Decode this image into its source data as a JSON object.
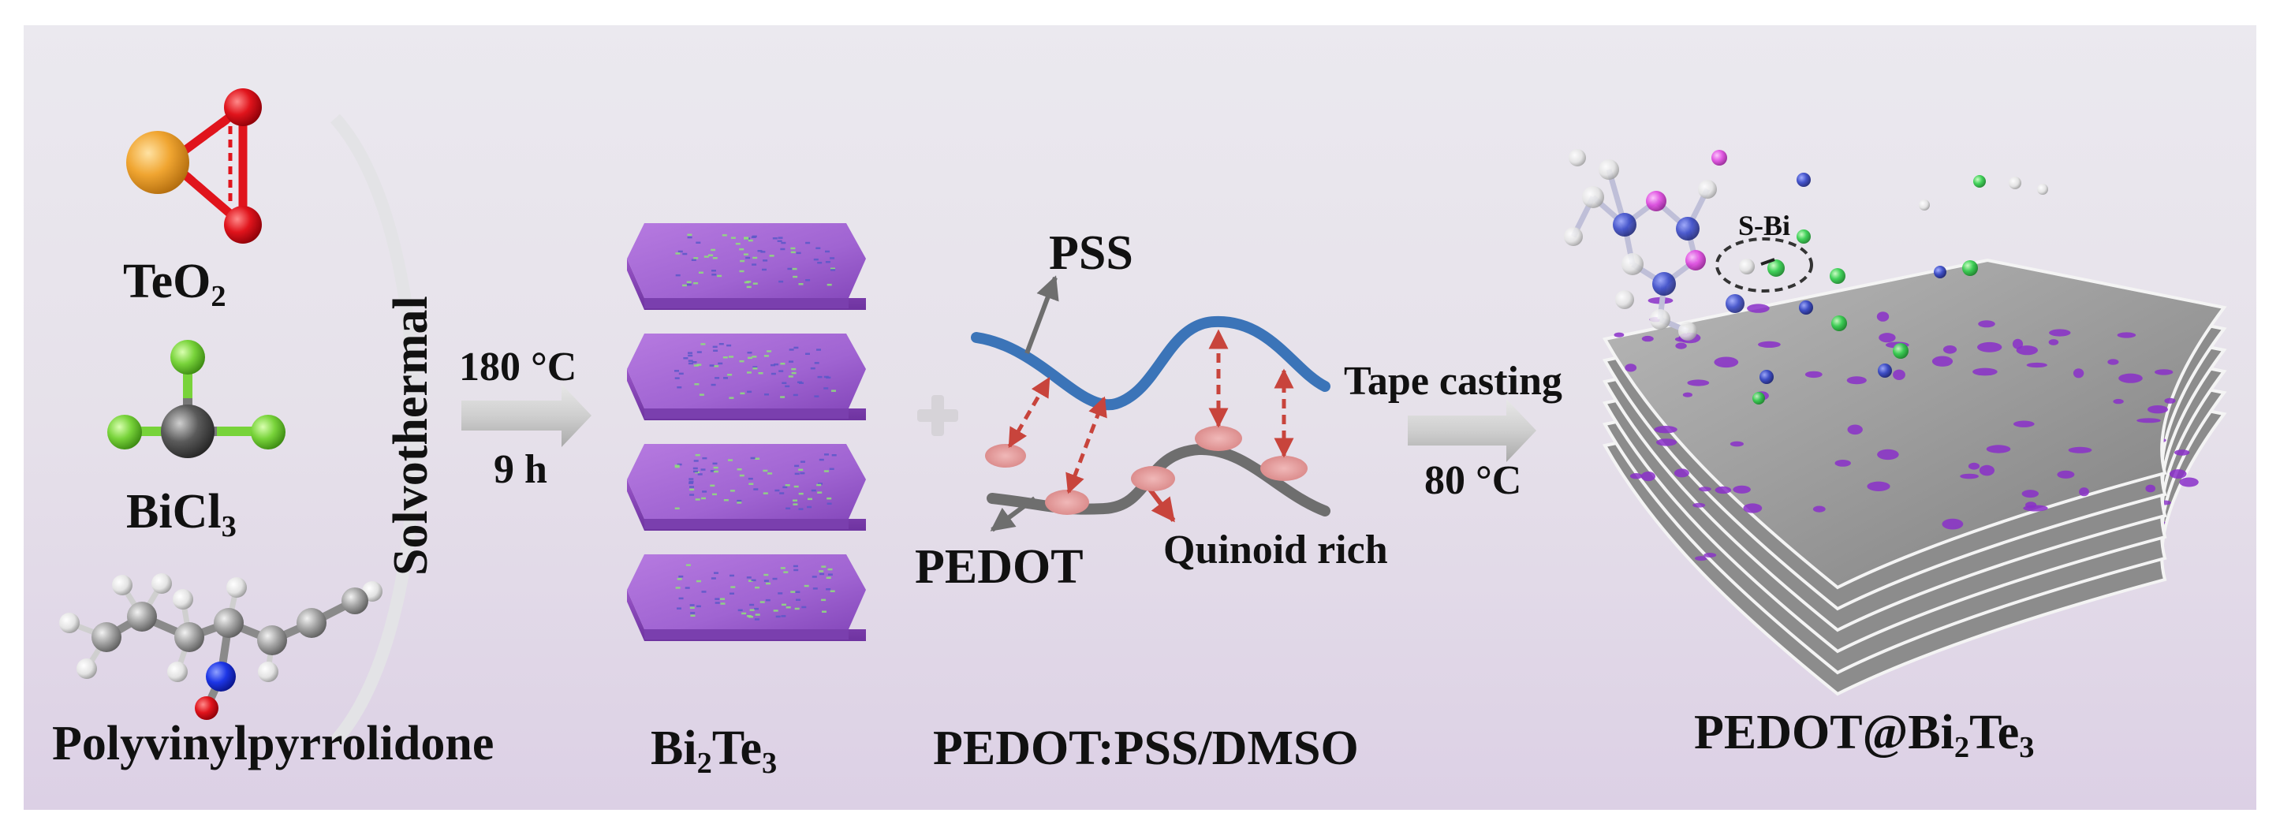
{
  "labels": {
    "teo2": [
      "TeO",
      "2",
      ""
    ],
    "bicl3": [
      "BiCl",
      "3",
      ""
    ],
    "pvp": "Polyvinylpyrrolidone",
    "solvothermal": "Solvothermal",
    "temp1": "180 °C",
    "time1": "9 h",
    "bi2te3": [
      "Bi",
      "2",
      "Te",
      "3"
    ],
    "pss": "PSS",
    "pedot": "PEDOT",
    "quinoid": "Quinoid rich",
    "pedot_pss": "PEDOT:PSS/DMSO",
    "tape_casting": "Tape casting",
    "temp2": "80 °C",
    "sbi": "S-Bi",
    "product": [
      "PEDOT@Bi",
      "2",
      "Te",
      "3"
    ]
  },
  "colors": {
    "background_top": "#e9e7ee",
    "background_bottom": "#ded3e6",
    "tellurium": "#f0a531",
    "oxygen": "#e0141c",
    "chlorine": "#78d33a",
    "bismuth": "#5a5a5a",
    "plate": "#a266d3",
    "pss_chain": "#3b74b8",
    "pedot_chain": "#6e6e6e",
    "interaction": "#c8443c",
    "sheet": "#8f8f8f",
    "sheet_spot": "#8a2fc9"
  },
  "icons": [
    "arrow-right-icon",
    "plus-icon"
  ]
}
